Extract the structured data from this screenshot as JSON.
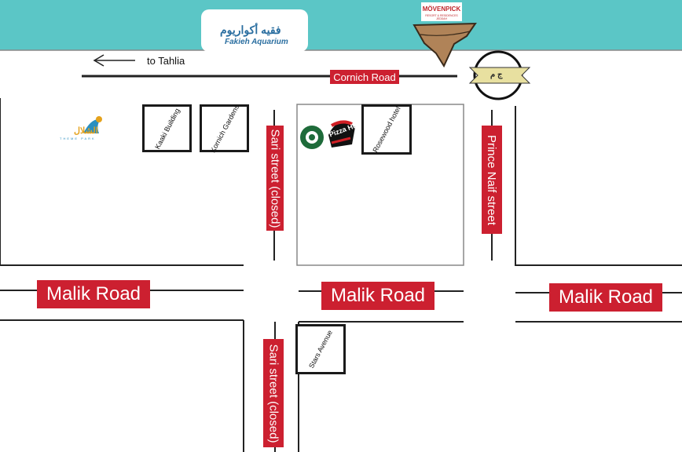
{
  "map": {
    "direction_label": "to Tahlia",
    "roads": {
      "cornich": "Cornich Road",
      "malik_left": "Malik Road",
      "malik_center": "Malik Road",
      "malik_right": "Malik Road",
      "sari_upper": "Sari street (closed)",
      "sari_lower": "Sari street (closed)",
      "prince_naif": "Prince Naif street"
    },
    "buildings": {
      "kaaki": "Kaaki Building",
      "kornich_gardens": "Kornich Gardens",
      "rosewood": "Rosewood hotel",
      "stars_avenue": "Stars Avenue"
    },
    "logos": {
      "aquarium_arabic": "فقيه أكواريوم",
      "aquarium_english": "Fakieh Aquarium",
      "movenpick": "MÖVENPICK",
      "movenpick_sub": "RESORT & RESIDENCES JEDDAH",
      "theme_park_arabic": "الشلال",
      "theme_park_english": "THEME PARK",
      "pizza_hut": "Pizza Hut",
      "roundabout_glyph": "ج م"
    },
    "colors": {
      "sea": "#5bc6c6",
      "road_label": "#cc2030",
      "roundabout": "#e8e0a0",
      "tower": "#b08358",
      "starbucks": "#1e6b3a"
    }
  }
}
